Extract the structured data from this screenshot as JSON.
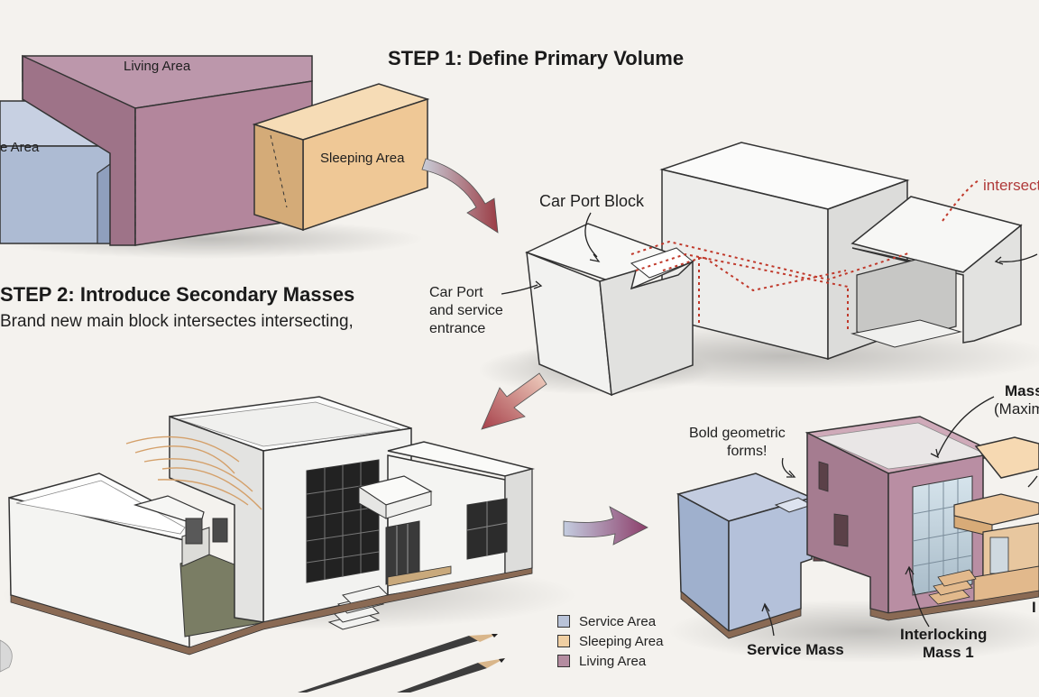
{
  "steps": {
    "step1_title": "STEP 1: Define Primary Volume",
    "step2_title": "STEP 2: Introduce Secondary Masses",
    "step2_subtitle": "Brand new main block intersectes intersecting,"
  },
  "block_labels": {
    "living": "Living Area",
    "service_partial": "e Area",
    "sleeping": "Sleeping Area"
  },
  "annotations": {
    "car_port_block": "Car Port Block",
    "car_port_entrance_1": "Car Port",
    "car_port_entrance_2": "and service",
    "car_port_entrance_3": "entrance",
    "intersect_partial": "intersect",
    "bold_forms_1": "Bold geometric",
    "bold_forms_2": "forms!",
    "mass_partial_1": "Mass",
    "mass_partial_2": "(Maxim",
    "service_mass": "Service Mass",
    "interlocking_1": "Interlocking",
    "interlocking_2": "Mass 1",
    "right_edge_partial": "I"
  },
  "legend": [
    {
      "label": "Service Area",
      "color": "#b9c3d8"
    },
    {
      "label": "Sleeping Area",
      "color": "#f0cfa2"
    },
    {
      "label": "Living Area",
      "color": "#b48ca0"
    }
  ],
  "colors": {
    "service": "#b9c3d8",
    "living": "#b48ca0",
    "sleeping": "#f0cfa2",
    "white_mass": "#f7f7f5",
    "arrow_start": "#b9c3d8",
    "arrow_end": "#a0454a",
    "dashed_intersection": "#c0392b"
  },
  "icons": [
    "arrow-icon",
    "pencil-icon"
  ]
}
